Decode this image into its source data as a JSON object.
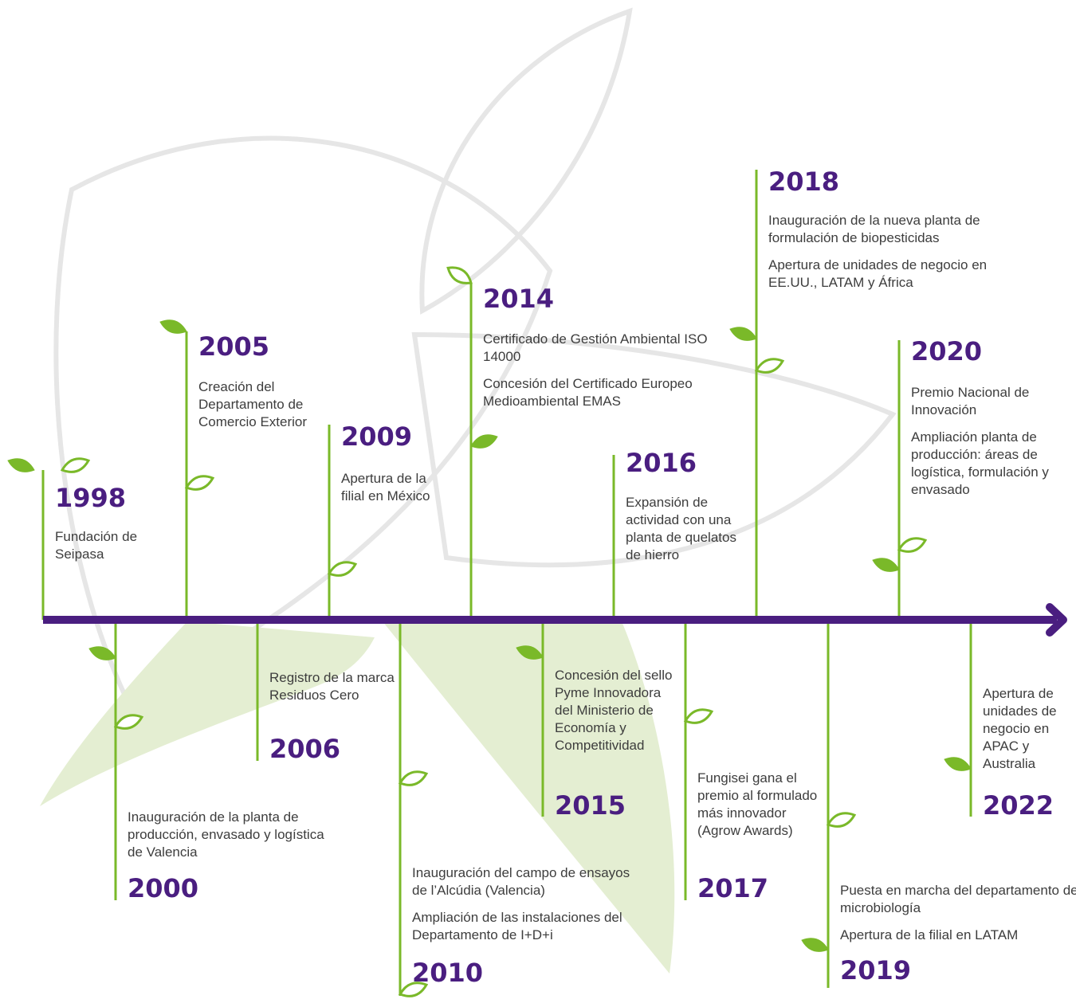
{
  "colors": {
    "accent": "#4a1e80",
    "leaf": "#7ab929",
    "text": "#3d3d3d",
    "bg_leaf_outline": "#e6e6e6",
    "bg_leaf_fill": "#e4eed2"
  },
  "events": [
    {
      "id": "e1998",
      "year": "1998",
      "side": "top",
      "texts": [
        "Fundación de Seipasa"
      ]
    },
    {
      "id": "e2000",
      "year": "2000",
      "side": "bottom",
      "texts": [
        "Inauguración de la planta de producción, envasado y logística de Valencia"
      ]
    },
    {
      "id": "e2005",
      "year": "2005",
      "side": "top",
      "texts": [
        "Creación del Departamento de Comercio Exterior"
      ]
    },
    {
      "id": "e2006",
      "year": "2006",
      "side": "bottom",
      "texts": [
        "Registro de la marca Residuos Cero"
      ]
    },
    {
      "id": "e2009",
      "year": "2009",
      "side": "top",
      "texts": [
        "Apertura de la filial en México"
      ]
    },
    {
      "id": "e2010",
      "year": "2010",
      "side": "bottom",
      "texts": [
        "Inauguración del campo de ensayos de l’Alcúdia (Valencia)",
        "Ampliación de las instalaciones del Departamento de I+D+i"
      ]
    },
    {
      "id": "e2014",
      "year": "2014",
      "side": "top",
      "texts": [
        "Certificado de Gestión Ambiental ISO 14000",
        "Concesión del Certificado Europeo Medioambiental EMAS"
      ]
    },
    {
      "id": "e2015",
      "year": "2015",
      "side": "bottom",
      "texts": [
        "Concesión del sello Pyme Innovadora del Ministerio de Economía y Competitividad"
      ]
    },
    {
      "id": "e2016",
      "year": "2016",
      "side": "top",
      "texts": [
        "Expansión de actividad con una planta de quelatos de hierro"
      ]
    },
    {
      "id": "e2017",
      "year": "2017",
      "side": "bottom",
      "texts": [
        "Fungisei gana el premio al formulado más innovador (Agrow Awards)"
      ]
    },
    {
      "id": "e2018",
      "year": "2018",
      "side": "top",
      "texts": [
        "Inauguración de la nueva planta de formulación de biopesticidas",
        "Apertura de unidades de negocio en EE.UU., LATAM y África"
      ]
    },
    {
      "id": "e2019",
      "year": "2019",
      "side": "bottom",
      "texts": [
        "Puesta en marcha del departamento de microbiología",
        "Apertura de la filial en LATAM"
      ]
    },
    {
      "id": "e2020",
      "year": "2020",
      "side": "top",
      "texts": [
        "Premio Nacional de Innovación",
        "Ampliación planta de producción: áreas de logística, formulación y envasado"
      ]
    },
    {
      "id": "e2022",
      "year": "2022",
      "side": "bottom",
      "texts": [
        "Apertura de unidades de negocio en APAC y Australia"
      ]
    }
  ]
}
